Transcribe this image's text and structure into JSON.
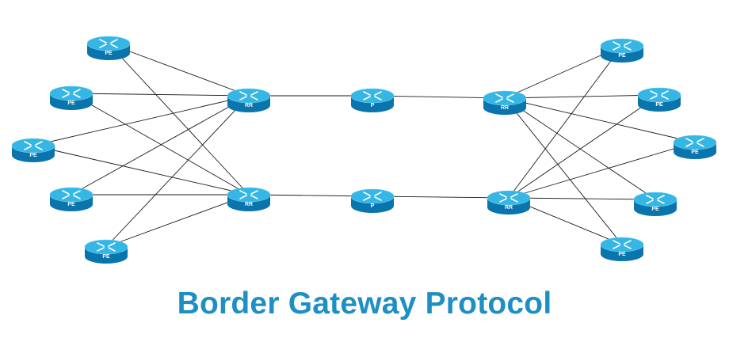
{
  "title": "Border Gateway Protocol",
  "colors": {
    "title": "#1e8fc4",
    "router_top": "#35b6e4",
    "router_side": "#0a74ac",
    "link": "#1a1a1a",
    "arrow": "#ffffff"
  },
  "icons": {
    "router": "router-icon"
  },
  "routers": [
    {
      "id": "pe-l1",
      "label": "PE"
    },
    {
      "id": "pe-l2",
      "label": "PE"
    },
    {
      "id": "pe-l3",
      "label": "PE"
    },
    {
      "id": "pe-l4",
      "label": "PE"
    },
    {
      "id": "pe-l5",
      "label": "PE"
    },
    {
      "id": "rr-l1",
      "label": "RR"
    },
    {
      "id": "rr-l2",
      "label": "RR"
    },
    {
      "id": "p-1",
      "label": "P"
    },
    {
      "id": "p-2",
      "label": "P"
    },
    {
      "id": "rr-r1",
      "label": "RR"
    },
    {
      "id": "rr-r2",
      "label": "RR"
    },
    {
      "id": "pe-r1",
      "label": "PE"
    },
    {
      "id": "pe-r2",
      "label": "PE"
    },
    {
      "id": "pe-r3",
      "label": "PE"
    },
    {
      "id": "pe-r4",
      "label": "PE"
    },
    {
      "id": "pe-r5",
      "label": "PE"
    }
  ],
  "links": [
    [
      "pe-l1",
      "rr-l1"
    ],
    [
      "pe-l1",
      "rr-l2"
    ],
    [
      "pe-l2",
      "rr-l1"
    ],
    [
      "pe-l2",
      "rr-l2"
    ],
    [
      "pe-l3",
      "rr-l1"
    ],
    [
      "pe-l3",
      "rr-l2"
    ],
    [
      "pe-l4",
      "rr-l1"
    ],
    [
      "pe-l4",
      "rr-l2"
    ],
    [
      "pe-l5",
      "rr-l1"
    ],
    [
      "pe-l5",
      "rr-l2"
    ],
    [
      "rr-l1",
      "p-1"
    ],
    [
      "rr-l2",
      "p-2"
    ],
    [
      "p-1",
      "rr-r1"
    ],
    [
      "p-2",
      "rr-r2"
    ],
    [
      "rr-r1",
      "pe-r1"
    ],
    [
      "rr-r1",
      "pe-r2"
    ],
    [
      "rr-r1",
      "pe-r3"
    ],
    [
      "rr-r1",
      "pe-r4"
    ],
    [
      "rr-r1",
      "pe-r5"
    ],
    [
      "rr-r2",
      "pe-r1"
    ],
    [
      "rr-r2",
      "pe-r2"
    ],
    [
      "rr-r2",
      "pe-r3"
    ],
    [
      "rr-r2",
      "pe-r4"
    ],
    [
      "rr-r2",
      "pe-r5"
    ]
  ]
}
